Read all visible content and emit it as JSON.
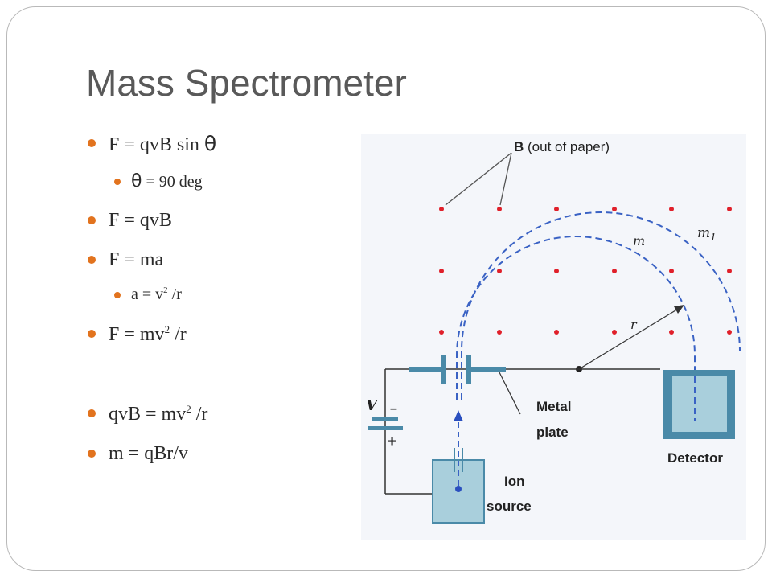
{
  "slide": {
    "title": "Mass Spectrometer",
    "bullets": [
      {
        "level": 1,
        "pre": "F = qvB sin ",
        "symbol": "θ",
        "post": ""
      },
      {
        "level": 2,
        "pre": "",
        "symbol": "θ",
        "post": " = 90 deg"
      },
      {
        "level": 1,
        "text": "F = qvB"
      },
      {
        "level": 1,
        "text": "F = ma"
      },
      {
        "level": 2,
        "pre": "a = v",
        "sup": "2",
        "post": " /r"
      },
      {
        "level": 1,
        "pre": "F = mv",
        "sup": "2",
        "post": " /r"
      },
      {
        "level": 1,
        "pre": "qvB = mv",
        "sup": "2",
        "post": " /r"
      },
      {
        "level": 1,
        "text": "m = qBr/v"
      }
    ]
  },
  "figure": {
    "labels": {
      "b_symbol": "B",
      "b_field": " (out of paper)",
      "m1": "m",
      "m1_sub": "1",
      "m": "m",
      "r": "r",
      "v": "V",
      "minus": "–",
      "plus": "+",
      "metal_line1": "Metal",
      "metal_line2": "plate",
      "detector": "Detector",
      "ion_line1": "Ion",
      "ion_line2": "source"
    },
    "colors": {
      "field_dot": "#e0202a",
      "path": "#3a62c4",
      "plate": "#4a8aa8",
      "container_fill": "#a9cfdc",
      "container_border": "#4a8aa8",
      "bullet": "#e2731e"
    },
    "icons": [
      "field-dot",
      "ion-path-arrow",
      "battery-symbol"
    ]
  }
}
